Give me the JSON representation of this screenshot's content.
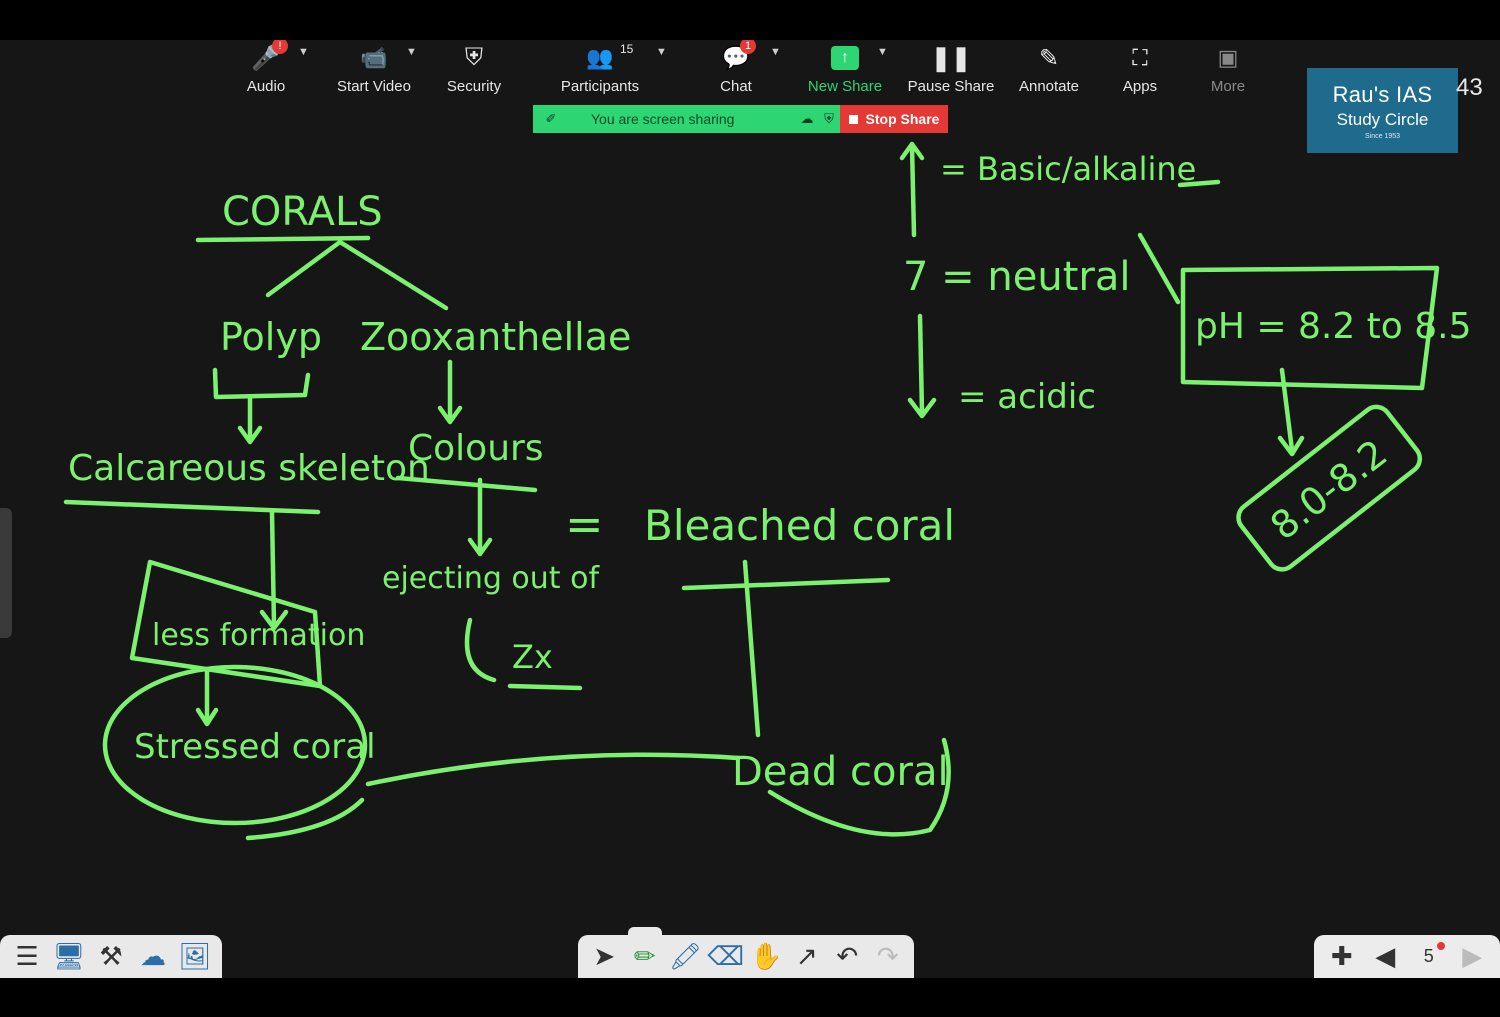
{
  "toolbar": {
    "audio": {
      "label": "Audio",
      "badge": "!"
    },
    "start_video": {
      "label": "Start Video"
    },
    "security": {
      "label": "Security"
    },
    "participants": {
      "label": "Participants",
      "count": "15"
    },
    "chat": {
      "label": "Chat",
      "badge": "1"
    },
    "new_share": {
      "label": "New Share"
    },
    "pause_share": {
      "label": "Pause Share"
    },
    "annotate": {
      "label": "Annotate"
    },
    "apps": {
      "label": "Apps"
    },
    "more": {
      "label": "More"
    }
  },
  "share_bar": {
    "status_text": "You are screen sharing",
    "stop_label": "Stop Share"
  },
  "logo": {
    "line1": "Rau's IAS",
    "line2": "Study Circle",
    "line3": "Since 1953"
  },
  "slide_number": "43",
  "board": {
    "corals": "CORALS",
    "polyp": "Polyp",
    "zooxanthellae": "Zooxanthellae",
    "calcareous_skeleton": "Calcareous skeleton",
    "colours": "Colours",
    "ejecting": "ejecting out of",
    "zx": "Zx",
    "equals": "=",
    "bleached_coral": "Bleached coral",
    "less_formation": "less formation",
    "stressed_coral": "Stressed coral",
    "dead_coral": "Dead coral",
    "basic": "= Basic/alkaline",
    "neutral": "7 = neutral",
    "acidic": "= acidic",
    "ph": "pH = 8.2 to 8.5",
    "ph_range": "8.0-8.2"
  },
  "page_badge": "5",
  "colors": {
    "ink": "#7cf06f",
    "board_bg": "#161616",
    "share_green": "#2ed573",
    "stop_red": "#e53935",
    "logo_blue": "#1f6b8e"
  }
}
